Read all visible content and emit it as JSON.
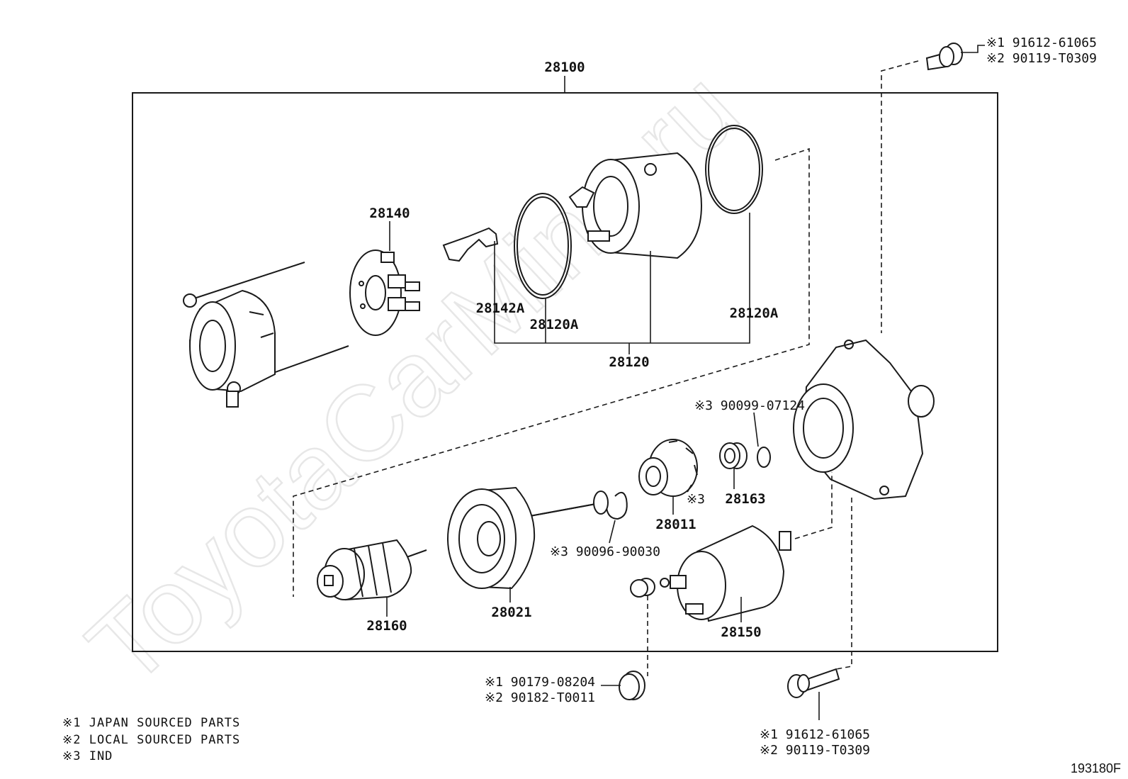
{
  "watermark": "ToyotaCarMine.ru",
  "diagram_id": "193180F",
  "assembly": {
    "part_no": "28100"
  },
  "labels": {
    "p28140": "28140",
    "p28142a": "28142A",
    "p28120a_left": "28120A",
    "p28120a_right": "28120A",
    "p28120": "28120",
    "p28163": "28163",
    "p28011": "28011",
    "p28021": "28021",
    "p28160": "28160",
    "p28150": "28150",
    "ring_ref": "※3 90099-07124",
    "snap_ref": "※3 90096-90030",
    "p28163_mark": "※3",
    "bolt_top_1": "※1 91612-61065",
    "bolt_top_2": "※2 90119-T0309",
    "nut_1": "※1 90179-08204",
    "nut_2": "※2 90182-T0011",
    "bolt_bottom_1": "※1 91612-61065",
    "bolt_bottom_2": "※2 90119-T0309"
  },
  "legend": [
    "※1 JAPAN SOURCED PARTS",
    "※2 LOCAL SOURCED PARTS",
    "※3 IND"
  ]
}
